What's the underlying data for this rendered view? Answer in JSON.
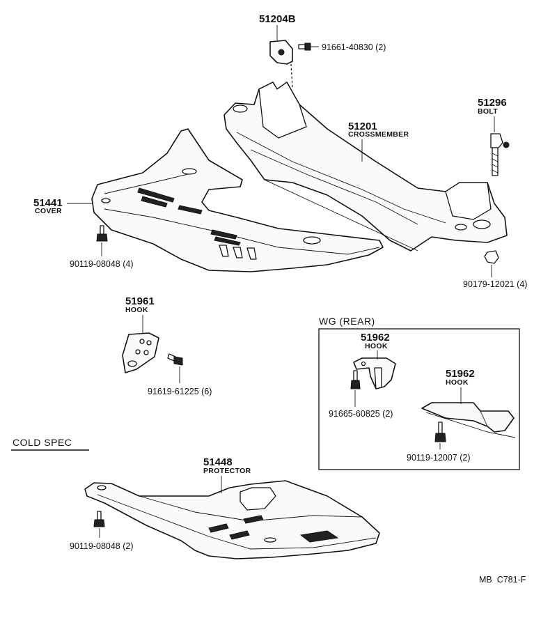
{
  "top_bracket": {
    "number": "51204B"
  },
  "top_bolt": {
    "part_no": "91661-40830 (2)"
  },
  "crossmember": {
    "number": "51201",
    "label": "CROSSMEMBER"
  },
  "bolt": {
    "number": "51296",
    "label": "BOLT"
  },
  "cover": {
    "number": "51441",
    "label": "COVER"
  },
  "cover_bolt": {
    "part_no": "90119-08048 (4)"
  },
  "nut": {
    "part_no": "90179-12021 (4)"
  },
  "hook_main": {
    "number": "51961",
    "label": "HOOK"
  },
  "hook_main_bolt": {
    "part_no": "91619-61225 (6)"
  },
  "wg_rear": {
    "title": "WG (REAR)",
    "hook_a": {
      "number": "51962",
      "label": "HOOK"
    },
    "hook_a_bolt": {
      "part_no": "91665-60825 (2)"
    },
    "hook_b": {
      "number": "51962",
      "label": "HOOK"
    },
    "hook_b_bolt": {
      "part_no": "90119-12007 (2)"
    }
  },
  "cold_spec": {
    "title": "COLD SPEC",
    "protector": {
      "number": "51448",
      "label": "PROTECTOR"
    },
    "protector_bolt": {
      "part_no": "90119-08048 (2)"
    }
  },
  "diagram_code": "MB  C781-F"
}
